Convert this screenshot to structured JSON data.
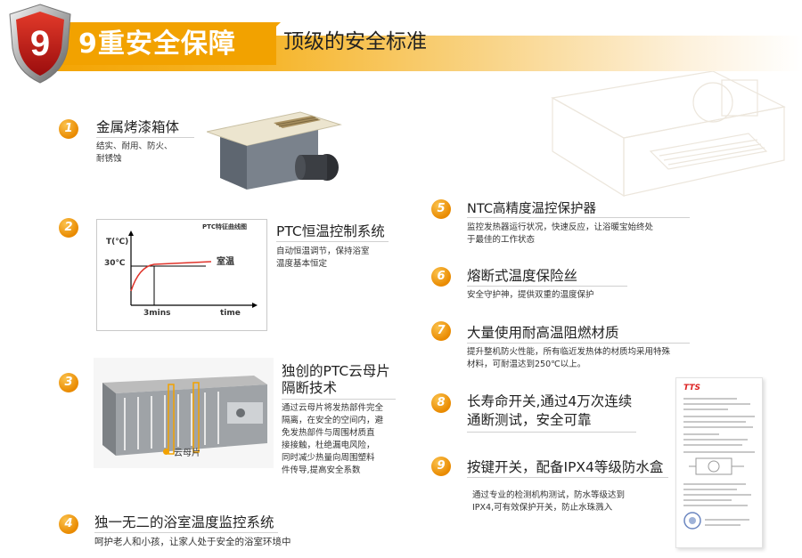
{
  "header": {
    "badge_number": "9",
    "title": "9重安全保障",
    "subtitle": "顶级的安全标准"
  },
  "features": [
    {
      "num": "1",
      "title": "金属烤漆箱体",
      "desc_lines": [
        "结实、耐用、防火、",
        "耐锈蚀"
      ]
    },
    {
      "num": "2",
      "title": "PTC恒温控制系统",
      "desc_lines": [
        "自动恒温调节，保持浴室",
        "温度基本恒定"
      ]
    },
    {
      "num": "3",
      "title_lines": [
        "独创的PTC云母片",
        "隔断技术"
      ],
      "desc_lines": [
        "通过云母片将发热部件完全",
        "隔离，在安全的空间内，避",
        "免发热部件与周围材质直",
        "接接触，杜绝漏电风险，",
        "同时减少热量向周围塑料",
        "件传导,提高安全系数"
      ]
    },
    {
      "num": "4",
      "title": "独一无二的浴室温度监控系统",
      "desc_lines": [
        "呵护老人和小孩，让家人处于安全的浴室环境中"
      ]
    },
    {
      "num": "5",
      "title": "NTC高精度温控保护器",
      "desc_lines": [
        "监控发热器运行状况，快速反应，让浴暖宝始终处",
        "于最佳的工作状态"
      ]
    },
    {
      "num": "6",
      "title": "熔断式温度保险丝",
      "desc_lines": [
        "安全守护神，提供双重的温度保护"
      ]
    },
    {
      "num": "7",
      "title": "大量使用耐高温阻燃材质",
      "desc_lines": [
        "提升整机防火性能，所有临近发热体的材质均采用特殊",
        "材料，可耐温达到250℃以上。"
      ]
    },
    {
      "num": "8",
      "title_lines": [
        "长寿命开关,通过4万次连续",
        "通断测试，安全可靠"
      ]
    },
    {
      "num": "9",
      "title": "按键开关，配备IPX4等级防水盒",
      "desc_lines": [
        "通过专业的检测机构测试，防水等级达到",
        "IPX4,可有效保护开关，防止水珠溅入"
      ]
    }
  ],
  "ptc_chart": {
    "title": "PTC特征曲线图",
    "y_label": "T(℃)",
    "y_tick": "30℃",
    "x_tick": "3mins",
    "x_label": "time",
    "series_label": "室温"
  },
  "mica_label": "云母片",
  "cert_logo": "TTS"
}
